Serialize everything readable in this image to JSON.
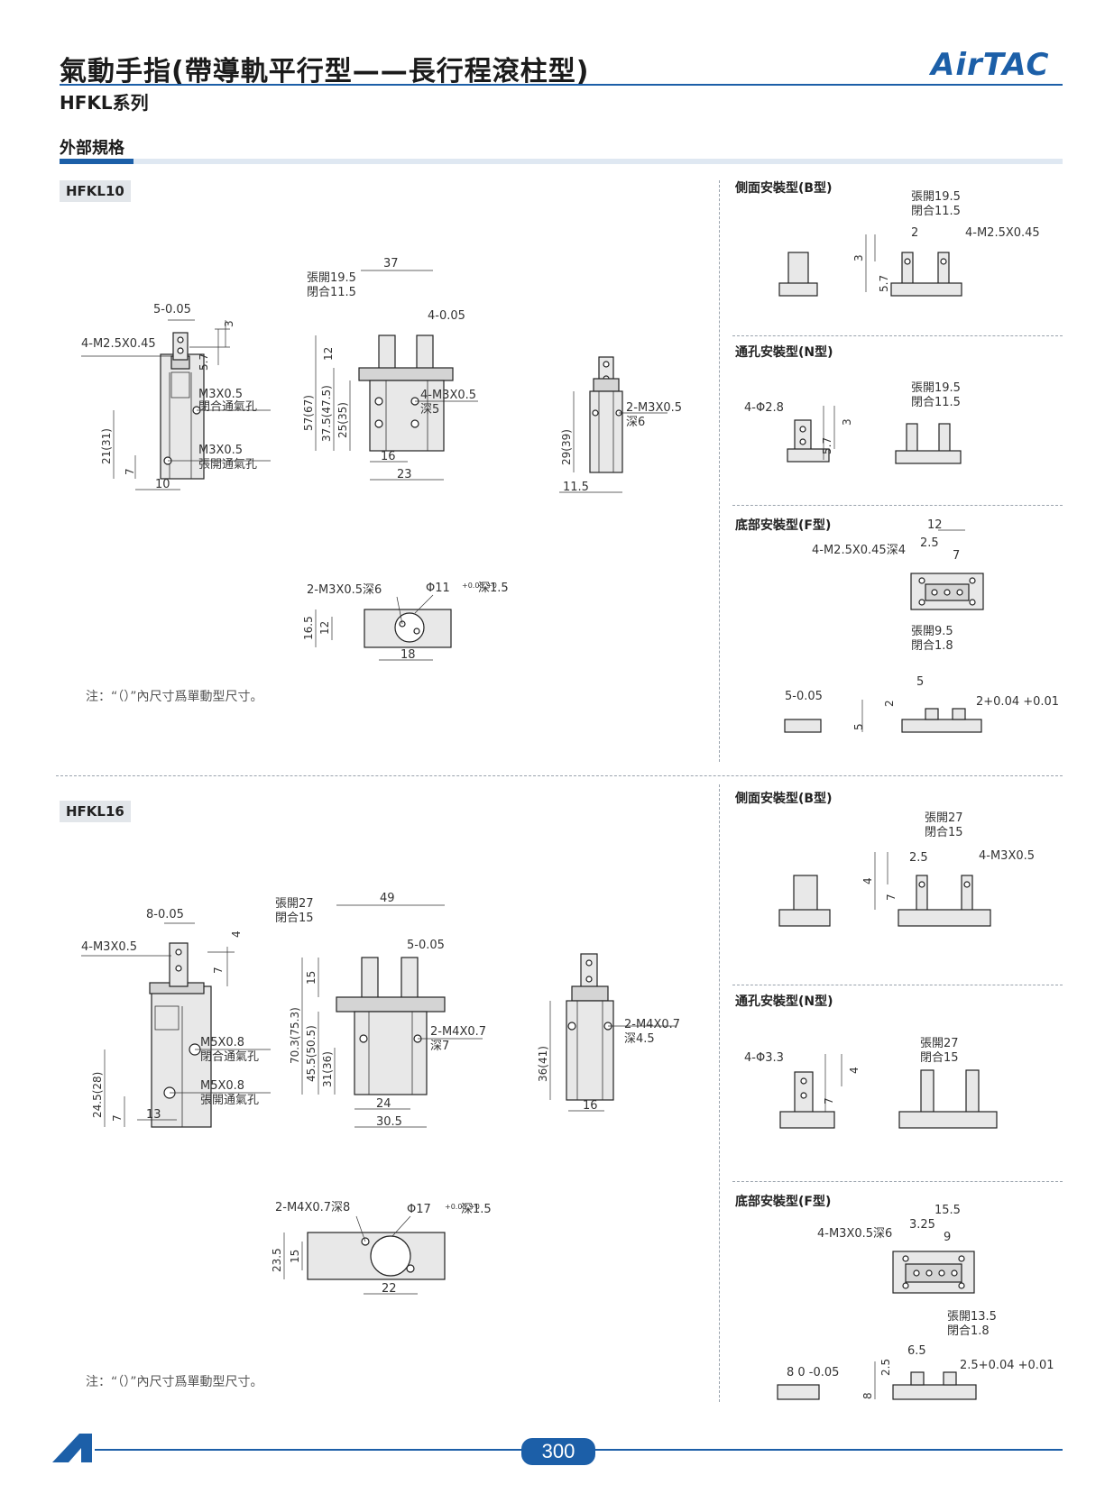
{
  "header": {
    "title": "氣動手指(帶導軌平行型——長行程滾柱型)",
    "series": "HFKL系列",
    "logo": "AirTAC",
    "section": "外部規格"
  },
  "models": [
    {
      "name": "HFKL10",
      "note": "注：“（）”內尺寸爲單動型尺寸。",
      "front_dims": {
        "w5": "5-0.05",
        "thread": "4-M2.5X0.45",
        "d3": "3",
        "d57": "5.7",
        "port1": "M3X0.5",
        "port1_desc": "閉合通氣孔",
        "port2": "M3X0.5",
        "port2_desc": "張開通氣孔",
        "h21": "21(31)",
        "h7": "7",
        "w10": "10"
      },
      "main_dims": {
        "open": "張開19.5",
        "closed": "閉合11.5",
        "w37": "37",
        "w4": "4-0.05",
        "h12": "12",
        "h57": "57(67)",
        "h375": "37.5(47.5)",
        "h25": "25(35)",
        "thread": "4-M3X0.5",
        "depth": "深5",
        "w16": "16",
        "w23": "23"
      },
      "side_dims": {
        "thread": "2-M3X0.5",
        "depth": "深6",
        "h29": "29(39)",
        "w115": "11.5"
      },
      "bottom_dims": {
        "thread": "2-M3X0.5深6",
        "bore": "Φ11",
        "bore_tol": "+0.05 +0",
        "bore_depth": "深1.5",
        "h165": "16.5",
        "h12": "12",
        "w18": "18"
      },
      "mounts": {
        "b": {
          "title": "側面安裝型(B型)",
          "open": "張開19.5",
          "closed": "閉合11.5",
          "d2": "2",
          "thread": "4-M2.5X0.45",
          "d3": "3",
          "d57": "5.7"
        },
        "n": {
          "title": "通孔安裝型(N型)",
          "holes": "4-Φ2.8",
          "open": "張開19.5",
          "closed": "閉合11.5",
          "d3": "3",
          "d57": "5.7"
        },
        "f": {
          "title": "底部安裝型(F型)",
          "thread": "4-M2.5X0.45深4",
          "d12": "12",
          "d25": "2.5",
          "d7": "7",
          "open": "張開9.5",
          "closed": "閉合1.8",
          "d5": "5",
          "d2": "2",
          "d5b": "5",
          "d2tol": "2+0.04 +0.01",
          "w5": "5-0.05"
        }
      }
    },
    {
      "name": "HFKL16",
      "note": "注：“（）”內尺寸爲單動型尺寸。",
      "front_dims": {
        "w8": "8-0.05",
        "thread": "4-M3X0.5",
        "d4": "4",
        "d7": "7",
        "port1": "M5X0.8",
        "port1_desc": "閉合通氣孔",
        "port2": "M5X0.8",
        "port2_desc": "張開通氣孔",
        "h245": "24.5(28)",
        "h7": "7",
        "w13": "13"
      },
      "main_dims": {
        "open": "張開27",
        "closed": "閉合15",
        "w49": "49",
        "w5": "5-0.05",
        "h15": "15",
        "h703": "70.3(75.3)",
        "h455": "45.5(50.5)",
        "h31": "31(36)",
        "thread": "2-M4X0.7",
        "depth": "深7",
        "w24": "24",
        "w305": "30.5"
      },
      "side_dims": {
        "thread": "2-M4X0.7",
        "depth": "深4.5",
        "h36": "36(41)",
        "w16": "16"
      },
      "bottom_dims": {
        "thread": "2-M4X0.7深8",
        "bore": "Φ17",
        "bore_tol": "+0.05 +0",
        "bore_depth": "深1.5",
        "h235": "23.5",
        "h15": "15",
        "w22": "22"
      },
      "mounts": {
        "b": {
          "title": "側面安裝型(B型)",
          "open": "張開27",
          "closed": "閉合15",
          "d25": "2.5",
          "thread": "4-M3X0.5",
          "d4": "4",
          "d7": "7"
        },
        "n": {
          "title": "通孔安裝型(N型)",
          "holes": "4-Φ3.3",
          "open": "張開27",
          "closed": "閉合15",
          "d4": "4",
          "d7": "7"
        },
        "f": {
          "title": "底部安裝型(F型)",
          "thread": "4-M3X0.5深6",
          "d155": "15.5",
          "d325": "3.25",
          "d9": "9",
          "open": "張開13.5",
          "closed": "閉合1.8",
          "d65": "6.5",
          "d25": "2.5",
          "d8": "8",
          "d25tol": "2.5+0.04 +0.01",
          "w8": "8 0 -0.05"
        }
      }
    }
  ],
  "footer": {
    "page": "300"
  }
}
